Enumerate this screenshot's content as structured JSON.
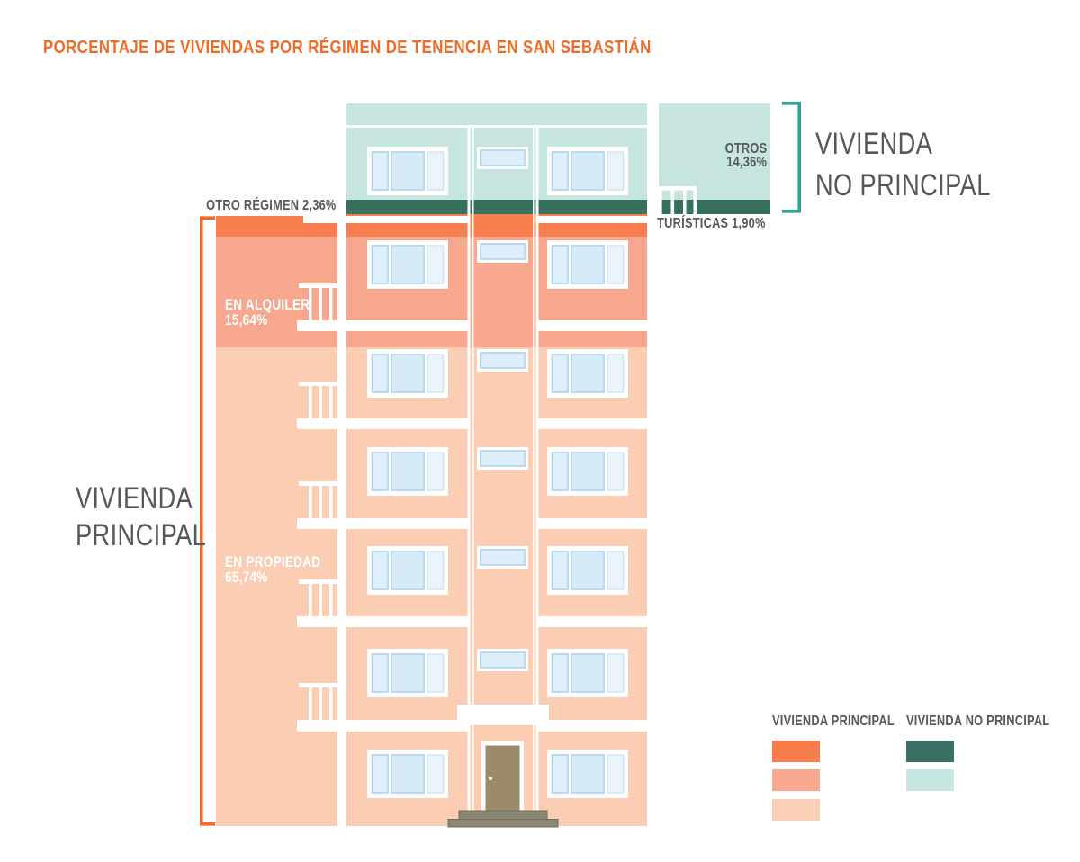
{
  "title": "PORCENTAJE DE VIVIENDAS POR RÉGIMEN DE TENENCIA EN SAN SEBASTIÁN",
  "chart_data": {
    "type": "bar",
    "variant": "pictorial-stacked-building-infographic",
    "title": "PORCENTAJE DE VIVIENDAS POR RÉGIMEN DE TENENCIA EN SAN SEBASTIÁN",
    "unit": "%",
    "series": [
      {
        "name": "VIVIENDA PRINCIPAL",
        "total": 83.74,
        "segments": [
          {
            "label": "EN PROPIEDAD",
            "value": 65.74,
            "color": "#FBCEB4"
          },
          {
            "label": "EN ALQUILER",
            "value": 15.64,
            "color": "#F7A78D"
          },
          {
            "label": "OTRO RÉGIMEN",
            "value": 2.36,
            "color": "#F97E4F"
          }
        ]
      },
      {
        "name": "VIVIENDA NO PRINCIPAL",
        "total": 16.26,
        "segments": [
          {
            "label": "TURÍSTICAS",
            "value": 1.9,
            "color": "#38705F"
          },
          {
            "label": "OTROS",
            "value": 14.36,
            "color": "#C7E5DF"
          }
        ]
      }
    ],
    "legend_position": "bottom-right",
    "axis": "none"
  },
  "labels": {
    "otro_regimen": "OTRO RÉGIMEN 2,36%",
    "en_alquiler_1": "EN ALQUILER",
    "en_alquiler_2": "15,64%",
    "en_propiedad_1": "EN PROPIEDAD",
    "en_propiedad_2": "65,74%",
    "otros_1": "OTROS",
    "otros_2": "14,36%",
    "turisticas": "TURÍSTICAS 1,90%",
    "principal_1": "VIVIENDA",
    "principal_2": "PRINCIPAL",
    "no_principal_1": "VIVIENDA",
    "no_principal_2": "NO PRINCIPAL"
  },
  "legend": {
    "principal": {
      "title": "VIVIENDA PRINCIPAL",
      "colors": [
        "#F97C4C",
        "#F8A88F",
        "#FBCFB5"
      ]
    },
    "no_principal": {
      "title": "VIVIENDA NO PRINCIPAL",
      "colors": [
        "#3A7164",
        "#C9E7E2"
      ]
    }
  },
  "colors": {
    "accent_orange": "#F26B24",
    "band_orange": "#F97E4F",
    "band_salmon": "#F7A78D",
    "band_peach": "#FBCEB4",
    "teal_light": "#C7E5DF",
    "teal_dark": "#38705F",
    "bracket_teal": "#2FA195",
    "text_gray": "#57575A",
    "window_glass": "#DAECF8",
    "door_brown": "#9C8A68",
    "steps_gray": "#8A8874"
  }
}
